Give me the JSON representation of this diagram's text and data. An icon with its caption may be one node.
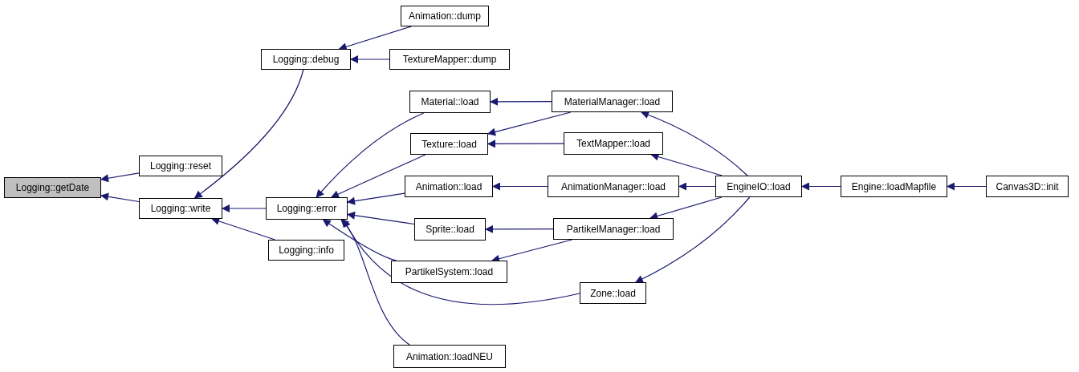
{
  "diagram": {
    "nodes": [
      {
        "text": [
          "Logging::getDate"
        ]
      },
      {
        "text": [
          "Logging::reset"
        ]
      },
      {
        "text": [
          "Logging::write"
        ]
      },
      {
        "text": [
          "Logging::debug"
        ]
      },
      {
        "text": [
          "Logging::error"
        ]
      },
      {
        "text": [
          "Logging::info"
        ]
      },
      {
        "text": [
          "Animation::dump"
        ]
      },
      {
        "text": [
          "TextureMapper::dump"
        ]
      },
      {
        "text": [
          "Material::load"
        ]
      },
      {
        "text": [
          "Texture::load"
        ]
      },
      {
        "text": [
          "Animation::load"
        ]
      },
      {
        "text": [
          "Sprite::load"
        ]
      },
      {
        "text": [
          "PartikelSystem::load"
        ]
      },
      {
        "text": [
          "Animation::loadNEU"
        ]
      },
      {
        "text": [
          "MaterialManager::load"
        ]
      },
      {
        "text": [
          "TextMapper::load"
        ]
      },
      {
        "text": [
          "AnimationManager::load"
        ]
      },
      {
        "text": [
          "PartikelManager::load"
        ]
      },
      {
        "text": [
          "Zone::load"
        ]
      },
      {
        "text": [
          "EngineIO::load"
        ]
      },
      {
        "text": [
          "Engine::loadMapfile"
        ]
      },
      {
        "text": [
          "Canvas3D::init"
        ]
      }
    ],
    "edges": [
      {
        "from": 1,
        "to": 0,
        "arrow": "to"
      },
      {
        "from": 2,
        "to": 0,
        "arrow": "to"
      },
      {
        "from": 3,
        "to": 2,
        "arrow": "to"
      },
      {
        "from": 4,
        "to": 2,
        "arrow": "to"
      },
      {
        "from": 5,
        "to": 2,
        "arrow": "to"
      },
      {
        "from": 6,
        "to": 3,
        "arrow": "to"
      },
      {
        "from": 7,
        "to": 3,
        "arrow": "to"
      },
      {
        "from": 8,
        "to": 4,
        "arrow": "to"
      },
      {
        "from": 9,
        "to": 4,
        "arrow": "to"
      },
      {
        "from": 10,
        "to": 4,
        "arrow": "to"
      },
      {
        "from": 11,
        "to": 4,
        "arrow": "to"
      },
      {
        "from": 12,
        "to": 4,
        "arrow": "to"
      },
      {
        "from": 18,
        "to": 4,
        "arrow": "to"
      },
      {
        "from": 13,
        "to": 4,
        "arrow": "to"
      },
      {
        "from": 14,
        "to": 8,
        "arrow": "to"
      },
      {
        "from": 14,
        "to": 9,
        "arrow": "to"
      },
      {
        "from": 15,
        "to": 9,
        "arrow": "to"
      },
      {
        "from": 16,
        "to": 10,
        "arrow": "to"
      },
      {
        "from": 17,
        "to": 11,
        "arrow": "to"
      },
      {
        "from": 17,
        "to": 12,
        "arrow": "to"
      },
      {
        "from": 19,
        "to": 14,
        "arrow": "to"
      },
      {
        "from": 19,
        "to": 15,
        "arrow": "to"
      },
      {
        "from": 19,
        "to": 16,
        "arrow": "to"
      },
      {
        "from": 19,
        "to": 17,
        "arrow": "to"
      },
      {
        "from": 19,
        "to": 18,
        "arrow": "to"
      },
      {
        "from": 20,
        "to": 19,
        "arrow": "to"
      },
      {
        "from": 21,
        "to": 20,
        "arrow": "to"
      }
    ]
  }
}
